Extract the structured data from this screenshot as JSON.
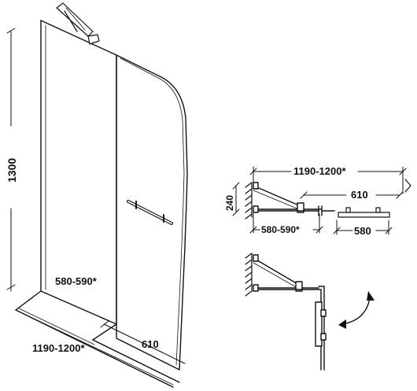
{
  "main_view": {
    "height_label": "1300",
    "panel_width_label": "580-590*",
    "total_width_label": "1190-1200*",
    "glass_width_label": "610"
  },
  "plan_top": {
    "total_width_label": "1190-1200*",
    "depth_label": "240",
    "glass_width_label": "610",
    "panel_width_label": "580-590*",
    "handle_width_label": "580"
  },
  "colors": {
    "line": "#111111",
    "background": "#ffffff"
  },
  "icons": [
    "chevron-right-icon",
    "rotate-arrow-icon"
  ]
}
